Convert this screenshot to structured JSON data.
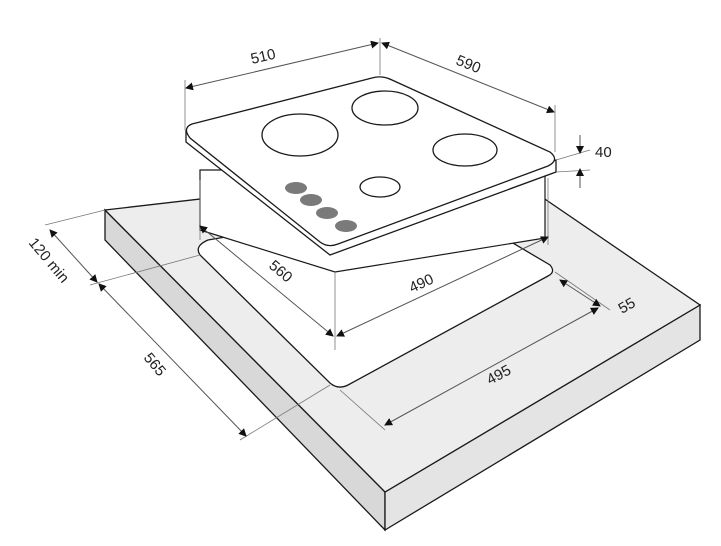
{
  "dimensions": {
    "hob_width": "510",
    "hob_depth": "590",
    "hob_thickness": "40",
    "min_back_clearance": "120 min",
    "worktop_depth": "565",
    "cutout_depth": "560",
    "cutout_width": "490",
    "front_clearance": "55",
    "cutout_reference": "495"
  },
  "colors": {
    "worktop_top": "#ededed",
    "worktop_side": "#d8d8d8",
    "knob": "#7a7a7a",
    "line": "#1a1a1a"
  }
}
